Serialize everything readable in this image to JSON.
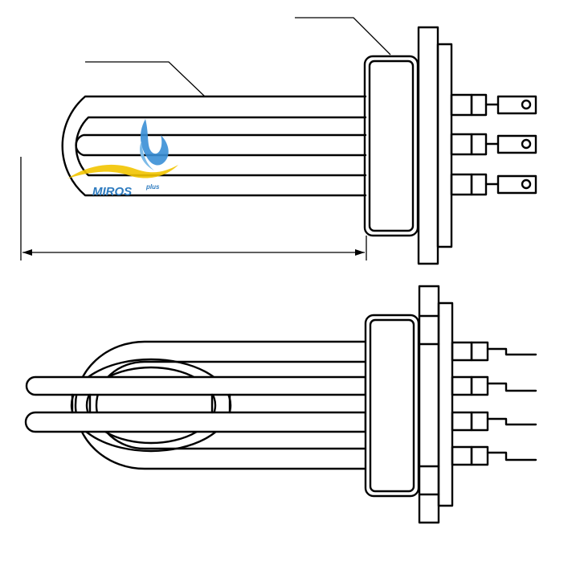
{
  "logo": {
    "brand": "MIROS",
    "suffix": "plus",
    "colors": {
      "text": "#2e7bbf",
      "flame_blue": "#3a8fd6",
      "flame_yellow": "#f2c400"
    }
  },
  "views": [
    {
      "name": "side-view",
      "terminals": 3
    },
    {
      "name": "top-view",
      "terminals": 4
    }
  ],
  "colors": {
    "line": "#000000",
    "background": "#ffffff"
  }
}
